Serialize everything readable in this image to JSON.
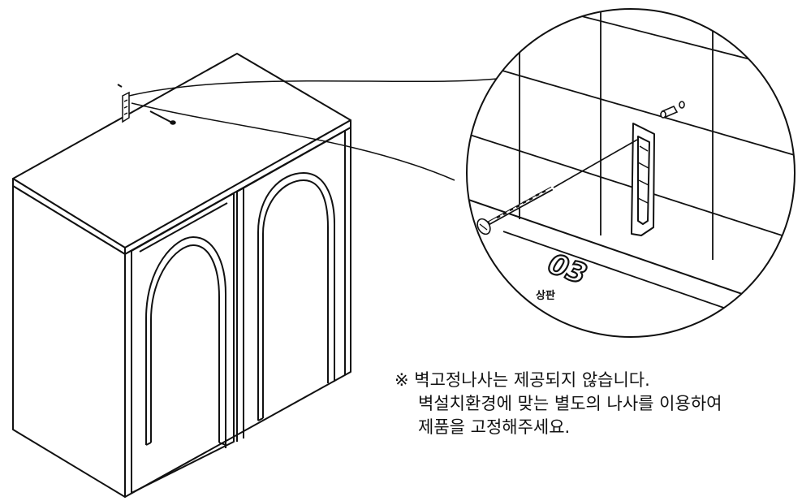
{
  "detail": {
    "part_number": "03",
    "part_name": "상판"
  },
  "note": {
    "line1": "※ 벽고정나사는 제공되지 않습니다.",
    "line2": "벽설치환경에 맞는 별도의 나사를 이용하여",
    "line3": "제품을 고정해주세요."
  }
}
